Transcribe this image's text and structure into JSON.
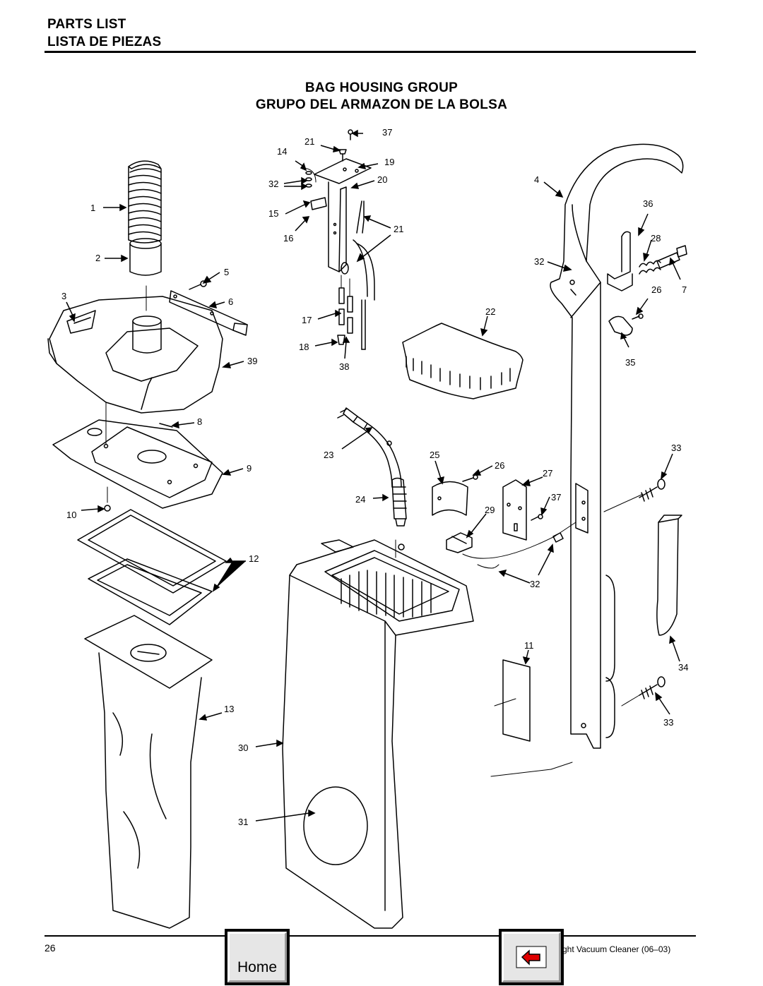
{
  "header": {
    "line1": "PARTS LIST",
    "line2": "LISTA DE PIEZAS"
  },
  "title": {
    "line1": "BAG HOUSING GROUP",
    "line2": "GRUPO DEL ARMAZON DE LA BOLSA"
  },
  "diagram": {
    "callouts": [
      "1",
      "2",
      "3",
      "4",
      "5",
      "6",
      "7",
      "8",
      "9",
      "10",
      "11",
      "12",
      "13",
      "14",
      "15",
      "16",
      "17",
      "18",
      "19",
      "20",
      "21",
      "21",
      "22",
      "23",
      "24",
      "25",
      "26",
      "26",
      "27",
      "28",
      "29",
      "30",
      "31",
      "32",
      "32",
      "32",
      "32",
      "33",
      "33",
      "34",
      "35",
      "36",
      "37",
      "37",
      "38",
      "39"
    ]
  },
  "footer": {
    "page_number": "26",
    "doc_text": "ght Vacuum Cleaner  (06–03)",
    "home_label": "Home",
    "back_icon": "back-arrow-icon"
  },
  "colors": {
    "ink": "#000000",
    "button_face": "#e6e6e6",
    "back_arrow": "#e00000"
  }
}
